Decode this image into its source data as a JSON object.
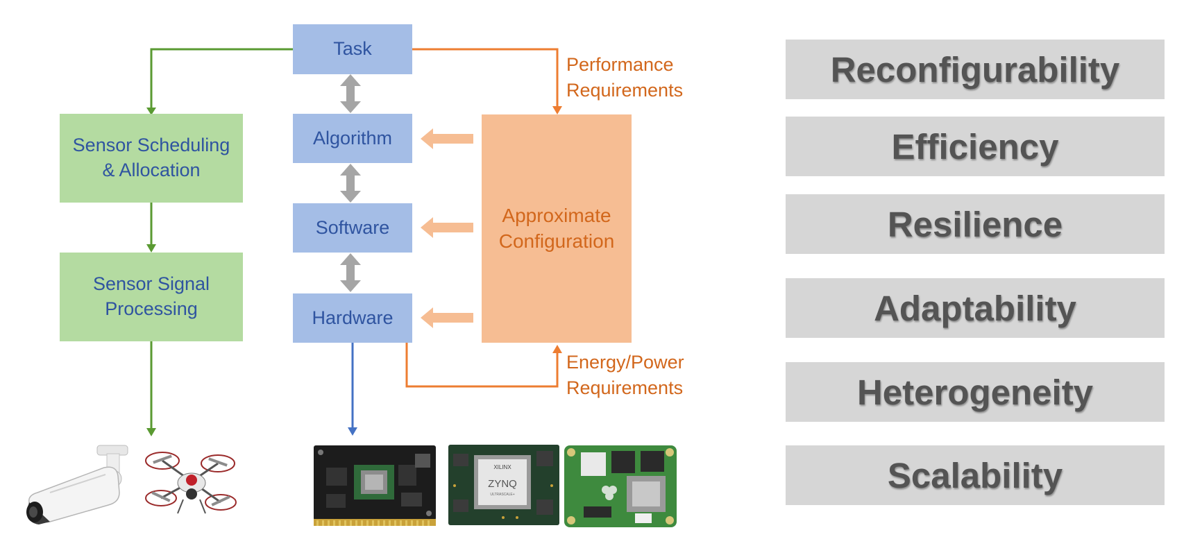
{
  "task": "Task",
  "algorithm": "Algorithm",
  "software": "Software",
  "hardware": "Hardware",
  "sensor_scheduling": [
    "Sensor Scheduling",
    "& Allocation"
  ],
  "sensor_signal": [
    "Sensor Signal",
    "Processing"
  ],
  "approx_config": [
    "Approximate",
    "Configuration"
  ],
  "performance_req": [
    "Performance",
    "Requirements"
  ],
  "energy_req": [
    "Energy/Power",
    "Requirements"
  ],
  "properties": [
    "Reconfigurability",
    "Efficiency",
    "Resilience",
    "Adaptability",
    "Heterogeneity",
    "Scalability"
  ],
  "icons": {
    "camera": "security-camera-icon",
    "drone": "drone-icon",
    "board1": "jetson-board-icon",
    "board2": "zynq-board-icon",
    "board3": "raspberry-pi-compute-module-icon"
  },
  "board_text": {
    "xilinx": "XILINX",
    "zynq": "ZYNQ",
    "ultrascale": "ULTRASCALE+"
  },
  "colors": {
    "blue_box": "#a4bde6",
    "green_box": "#b4dba1",
    "orange_box": "#f6bd93",
    "green_line": "#5a9a32",
    "orange_line": "#ed7d31",
    "blue_line": "#4472c4",
    "property_bg": "#d6d6d6"
  }
}
